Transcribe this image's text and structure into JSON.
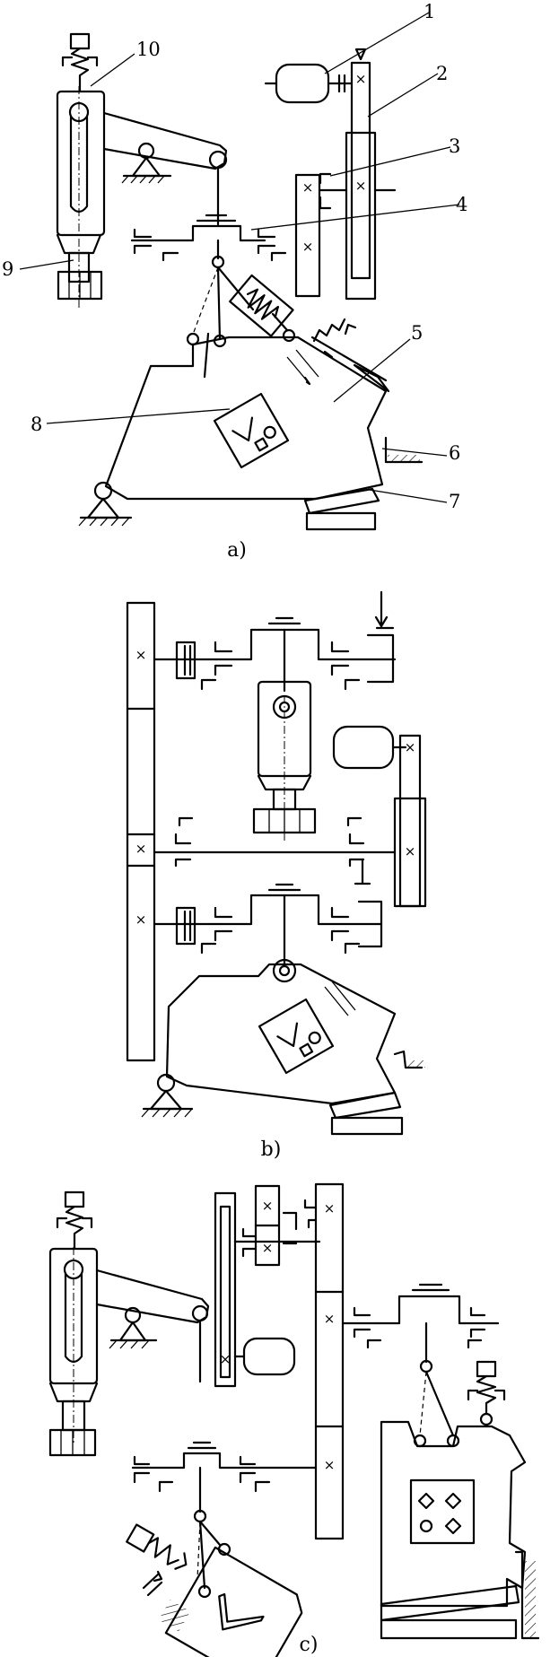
{
  "figure": {
    "panels": [
      {
        "id": "a",
        "caption": "a)",
        "labels": [
          {
            "text": "1"
          },
          {
            "text": "2"
          },
          {
            "text": "3"
          },
          {
            "text": "4"
          },
          {
            "text": "5"
          },
          {
            "text": "6"
          },
          {
            "text": "7"
          },
          {
            "text": "8"
          },
          {
            "text": "9"
          },
          {
            "text": "10"
          }
        ]
      },
      {
        "id": "b",
        "caption": "b)"
      },
      {
        "id": "c",
        "caption": "c)"
      }
    ]
  }
}
